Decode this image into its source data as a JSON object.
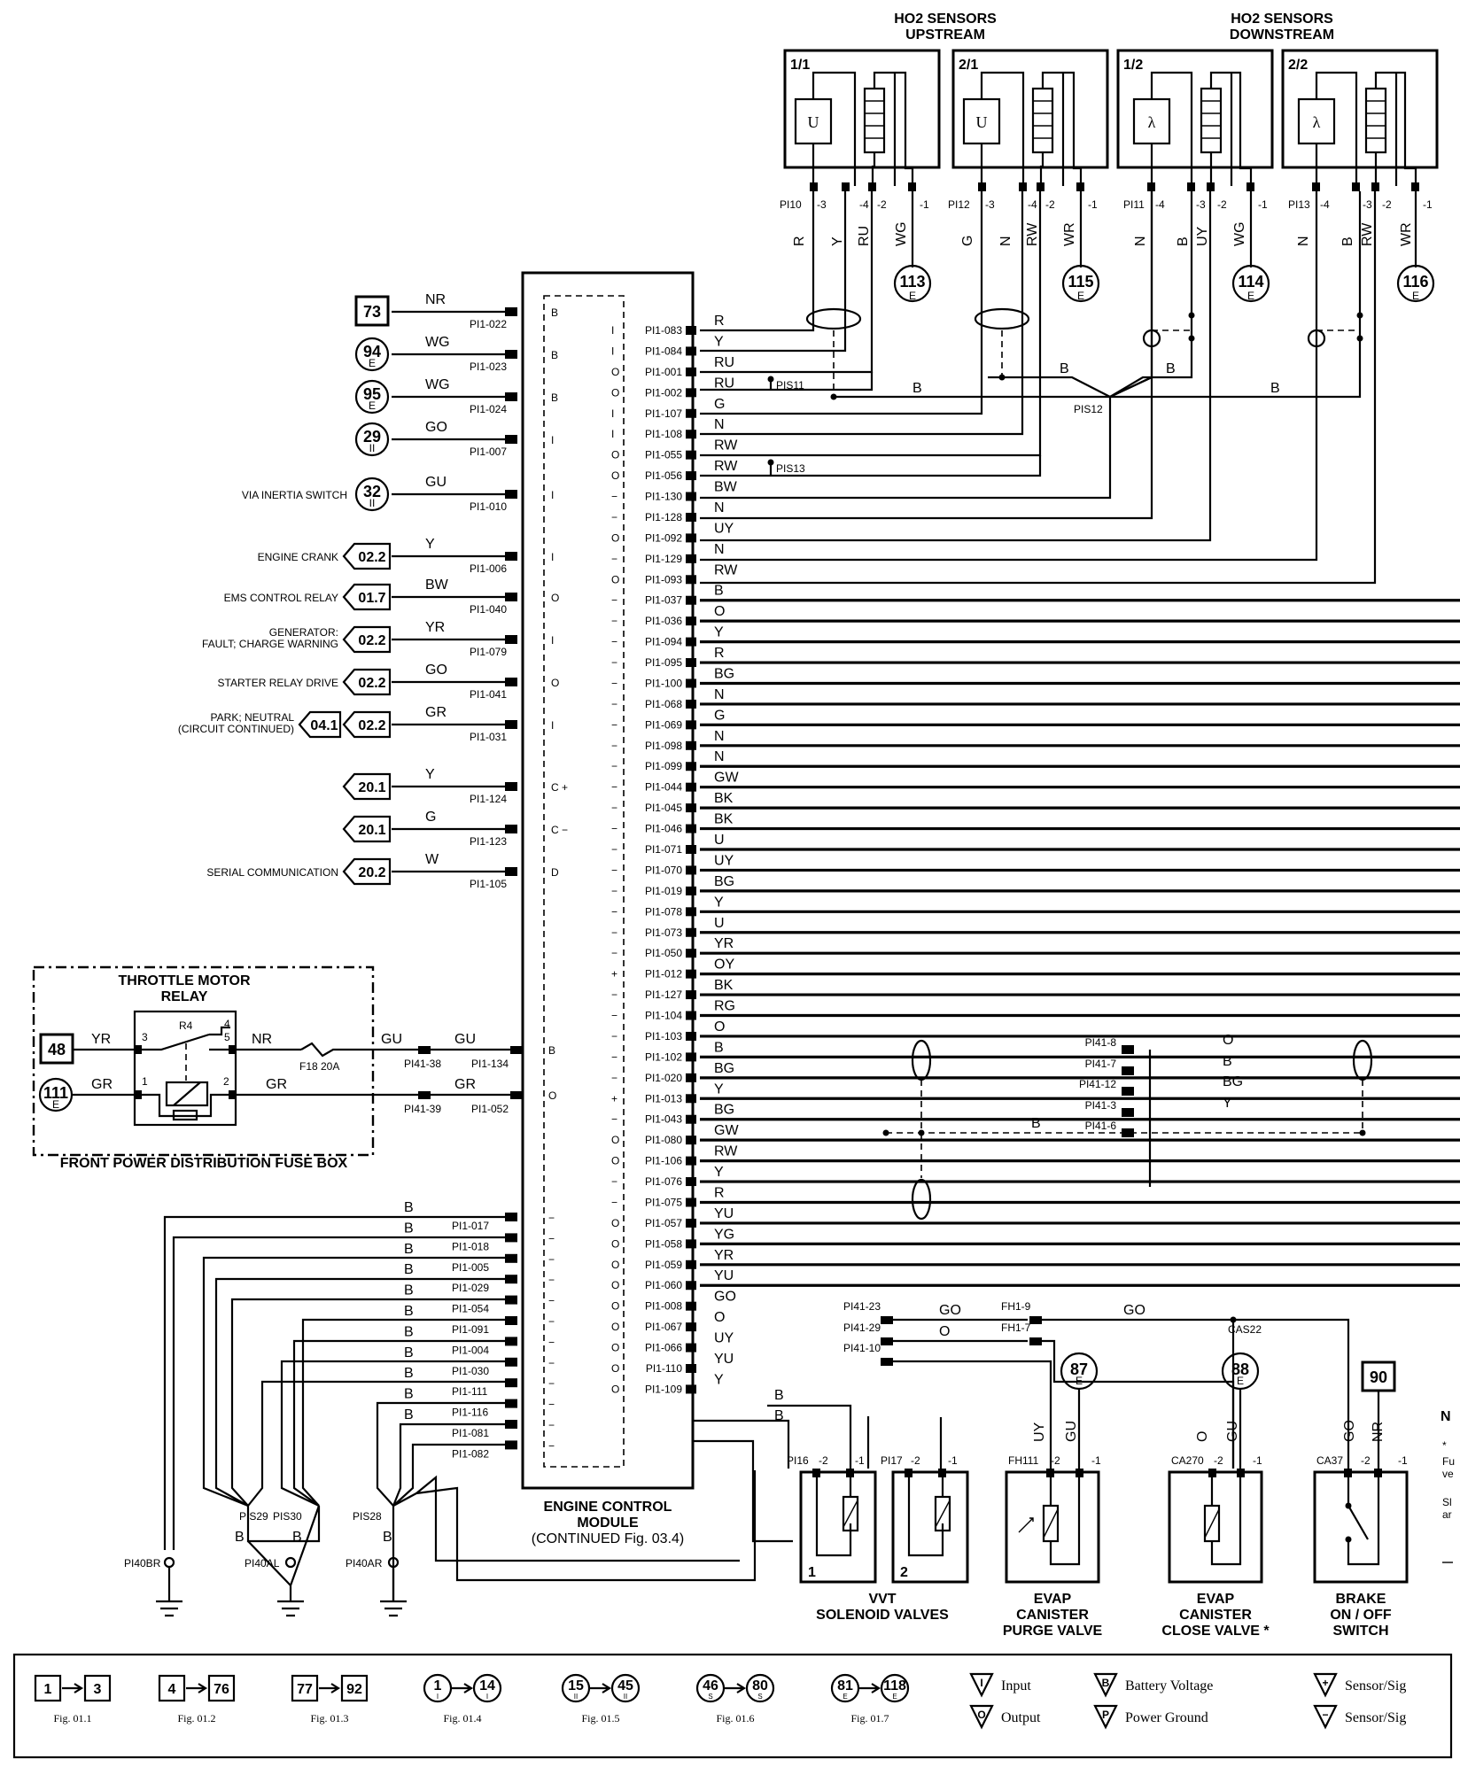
{
  "sensor_groups": [
    {
      "title": "HO2 SENSORS",
      "subtitle": "UPSTREAM"
    },
    {
      "title": "HO2 SENSORS",
      "subtitle": "DOWNSTREAM"
    }
  ],
  "sensors": [
    {
      "id": "1/1",
      "symbol": "U",
      "conn": "PI10",
      "pins": [
        "-3",
        "-4",
        "-2",
        "-1"
      ],
      "wires": [
        "R",
        "Y",
        "RU",
        "WG"
      ],
      "ref": "113",
      "ref_sub": "E"
    },
    {
      "id": "2/1",
      "symbol": "U",
      "conn": "PI12",
      "pins": [
        "-3",
        "-4",
        "-2",
        "-1"
      ],
      "wires": [
        "G",
        "N",
        "RW",
        "WR"
      ],
      "ref": "115",
      "ref_sub": "E"
    },
    {
      "id": "1/2",
      "symbol": "λ",
      "conn": "PI11",
      "pins": [
        "-4",
        "-3",
        "-2",
        "-1"
      ],
      "wires": [
        "N",
        "B",
        "UY",
        "WG"
      ],
      "ref": "114",
      "ref_sub": "E"
    },
    {
      "id": "2/2",
      "symbol": "λ",
      "conn": "PI13",
      "pins": [
        "-4",
        "-3",
        "-2",
        "-1"
      ],
      "wires": [
        "N",
        "B",
        "RW",
        "WR"
      ],
      "ref": "116",
      "ref_sub": "E"
    }
  ],
  "splices": {
    "pis11": "PIS11",
    "pis12": "PIS12",
    "pis13": "PIS13",
    "pis28": "PIS28",
    "pis29": "PIS29",
    "pis30": "PIS30",
    "b": "B"
  },
  "ecm": {
    "line1": "ENGINE CONTROL",
    "line2": "MODULE",
    "line3": "(CONTINUED Fig. 03.4)"
  },
  "left_inputs": [
    {
      "label": "",
      "ref": "73",
      "ref_sub": "",
      "wire": "NR",
      "pin": "PI1-022",
      "type": "B"
    },
    {
      "label": "",
      "ref": "94",
      "ref_sub": "E",
      "wire": "WG",
      "pin": "PI1-023",
      "type": "B"
    },
    {
      "label": "",
      "ref": "95",
      "ref_sub": "E",
      "wire": "WG",
      "pin": "PI1-024",
      "type": "B"
    },
    {
      "label": "",
      "ref": "29",
      "ref_sub": "II",
      "wire": "GO",
      "pin": "PI1-007",
      "type": "I"
    },
    {
      "label": "VIA INERTIA SWITCH",
      "ref": "32",
      "ref_sub": "II",
      "wire": "GU",
      "pin": "PI1-010",
      "type": "I"
    },
    {
      "label": "ENGINE CRANK",
      "ref": "02.2",
      "ref_sub": "",
      "wire": "Y",
      "pin": "PI1-006",
      "type": "I"
    },
    {
      "label": "EMS CONTROL RELAY",
      "ref": "01.7",
      "ref_sub": "",
      "wire": "BW",
      "pin": "PI1-040",
      "type": "O"
    },
    {
      "label": "GENERATOR:",
      "label2": "FAULT; CHARGE WARNING",
      "ref": "02.2",
      "ref_sub": "",
      "wire": "YR",
      "pin": "PI1-079",
      "type": "I"
    },
    {
      "label": "STARTER RELAY DRIVE",
      "ref": "02.2",
      "ref_sub": "",
      "wire": "GO",
      "pin": "PI1-041",
      "type": "O"
    },
    {
      "label": "PARK; NEUTRAL",
      "label2": "(CIRCUIT CONTINUED)",
      "ref": "02.2",
      "ref2": "04.1",
      "ref_sub": "",
      "wire": "GR",
      "pin": "PI1-031",
      "type": "I"
    },
    {
      "label": "",
      "ref": "20.1",
      "ref_sub": "",
      "wire": "Y",
      "pin": "PI1-124",
      "type": "C +"
    },
    {
      "label": "",
      "ref": "20.1",
      "ref_sub": "",
      "wire": "G",
      "pin": "PI1-123",
      "type": "C −"
    },
    {
      "label": "SERIAL COMMUNICATION",
      "ref": "20.2",
      "ref_sub": "",
      "wire": "W",
      "pin": "PI1-105",
      "type": "D"
    }
  ],
  "right_pins": [
    {
      "pin": "PI1-083",
      "wire": "R",
      "t": "I"
    },
    {
      "pin": "PI1-084",
      "wire": "Y",
      "t": "I"
    },
    {
      "pin": "PI1-001",
      "wire": "RU",
      "t": "O"
    },
    {
      "pin": "PI1-002",
      "wire": "RU",
      "t": "O"
    },
    {
      "pin": "PI1-107",
      "wire": "G",
      "t": "I"
    },
    {
      "pin": "PI1-108",
      "wire": "N",
      "t": "I"
    },
    {
      "pin": "PI1-055",
      "wire": "RW",
      "t": "O"
    },
    {
      "pin": "PI1-056",
      "wire": "RW",
      "t": "O"
    },
    {
      "pin": "PI1-130",
      "wire": "BW",
      "t": "−"
    },
    {
      "pin": "PI1-128",
      "wire": "N",
      "t": "−"
    },
    {
      "pin": "PI1-092",
      "wire": "UY",
      "t": "O"
    },
    {
      "pin": "PI1-129",
      "wire": "N",
      "t": "−"
    },
    {
      "pin": "PI1-093",
      "wire": "RW",
      "t": "O"
    },
    {
      "pin": "PI1-037",
      "wire": "B",
      "t": "−"
    },
    {
      "pin": "PI1-036",
      "wire": "O",
      "t": "−"
    },
    {
      "pin": "PI1-094",
      "wire": "Y",
      "t": "−"
    },
    {
      "pin": "PI1-095",
      "wire": "R",
      "t": "−"
    },
    {
      "pin": "PI1-100",
      "wire": "BG",
      "t": "−"
    },
    {
      "pin": "PI1-068",
      "wire": "N",
      "t": "−"
    },
    {
      "pin": "PI1-069",
      "wire": "G",
      "t": "−"
    },
    {
      "pin": "PI1-098",
      "wire": "N",
      "t": "−"
    },
    {
      "pin": "PI1-099",
      "wire": "N",
      "t": "−"
    },
    {
      "pin": "PI1-044",
      "wire": "GW",
      "t": "−"
    },
    {
      "pin": "PI1-045",
      "wire": "BK",
      "t": "−"
    },
    {
      "pin": "PI1-046",
      "wire": "BK",
      "t": "−"
    },
    {
      "pin": "PI1-071",
      "wire": "U",
      "t": "−"
    },
    {
      "pin": "PI1-070",
      "wire": "UY",
      "t": "−"
    },
    {
      "pin": "PI1-019",
      "wire": "BG",
      "t": "−"
    },
    {
      "pin": "PI1-078",
      "wire": "Y",
      "t": "−"
    },
    {
      "pin": "PI1-073",
      "wire": "U",
      "t": "−"
    },
    {
      "pin": "PI1-050",
      "wire": "YR",
      "t": "−"
    },
    {
      "pin": "PI1-012",
      "wire": "OY",
      "t": "+"
    },
    {
      "pin": "PI1-127",
      "wire": "BK",
      "t": "−"
    },
    {
      "pin": "PI1-104",
      "wire": "RG",
      "t": "−"
    },
    {
      "pin": "PI1-103",
      "wire": "O",
      "t": "−"
    },
    {
      "pin": "PI1-102",
      "wire": "B",
      "t": "−"
    },
    {
      "pin": "PI1-020",
      "wire": "BG",
      "t": "−"
    },
    {
      "pin": "PI1-013",
      "wire": "Y",
      "t": "+"
    },
    {
      "pin": "PI1-043",
      "wire": "BG",
      "t": "−"
    },
    {
      "pin": "PI1-080",
      "wire": "GW",
      "t": "O"
    },
    {
      "pin": "PI1-106",
      "wire": "RW",
      "t": "O"
    },
    {
      "pin": "PI1-076",
      "wire": "Y",
      "t": "−"
    },
    {
      "pin": "PI1-075",
      "wire": "R",
      "t": "−"
    },
    {
      "pin": "PI1-057",
      "wire": "YU",
      "t": "O"
    },
    {
      "pin": "PI1-058",
      "wire": "YG",
      "t": "O"
    },
    {
      "pin": "PI1-059",
      "wire": "YR",
      "t": "O"
    },
    {
      "pin": "PI1-060",
      "wire": "YU",
      "t": "O"
    },
    {
      "pin": "PI1-008",
      "wire": "GO",
      "t": "O"
    },
    {
      "pin": "PI1-067",
      "wire": "O",
      "t": "O"
    },
    {
      "pin": "PI1-066",
      "wire": "UY",
      "t": "O"
    },
    {
      "pin": "PI1-110",
      "wire": "YU",
      "t": "O"
    },
    {
      "pin": "PI1-109",
      "wire": "Y",
      "t": "O"
    }
  ],
  "ground_pins": [
    {
      "pin": "PI1-017",
      "wire": "B"
    },
    {
      "pin": "PI1-018",
      "wire": "B"
    },
    {
      "pin": "PI1-005",
      "wire": "B"
    },
    {
      "pin": "PI1-029",
      "wire": "B"
    },
    {
      "pin": "PI1-054",
      "wire": "B"
    },
    {
      "pin": "PI1-091",
      "wire": "B"
    },
    {
      "pin": "PI1-004",
      "wire": "B"
    },
    {
      "pin": "PI1-030",
      "wire": "B"
    },
    {
      "pin": "PI1-111",
      "wire": "B"
    },
    {
      "pin": "PI1-116",
      "wire": "B"
    },
    {
      "pin": "PI1-081",
      "wire": "B"
    },
    {
      "pin": "PI1-082",
      "wire": ""
    }
  ],
  "ground_points": [
    "PI40BR",
    "PI40AL",
    "PI40AR"
  ],
  "relay": {
    "title1": "THROTTLE MOTOR",
    "title2": "RELAY",
    "name": "R4",
    "fuse": "F18 20A",
    "box_label": "FRONT POWER DISTRIBUTION FUSE BOX",
    "in1_ref": "48",
    "in1_wire": "YR",
    "in2_ref": "111",
    "in2_sub": "E",
    "in2_wire": "GR",
    "out_wire": "NR",
    "p1": "1",
    "p2": "2",
    "p3": "3",
    "p4": "4",
    "p5": "5",
    "gu": "GU",
    "gr": "GR",
    "c1": "PI41-38",
    "c2": "PI41-39",
    "e1": "PI1-134",
    "e2": "PI1-052",
    "e1t": "B",
    "e2t": "O"
  },
  "pi41": [
    {
      "pin": "PI41-8",
      "wire": "O"
    },
    {
      "pin": "PI41-7",
      "wire": "B"
    },
    {
      "pin": "PI41-12",
      "wire": "BG"
    },
    {
      "pin": "PI41-3",
      "wire": "Y"
    },
    {
      "pin": "PI41-6",
      "wire": "B"
    }
  ],
  "bottom_conns": {
    "pi41_23": "PI41-23",
    "pi41_29": "PI41-29",
    "pi41_10": "PI41-10",
    "fh1_9": "FH1-9",
    "fh1_7": "FH1-7",
    "cas22": "CAS22",
    "go": "GO",
    "o": "O",
    "b": "B"
  },
  "components": [
    {
      "name1": "VVT",
      "name2": "SOLENOID VALVES",
      "name3": ""
    },
    {
      "name1": "EVAP",
      "name2": "CANISTER",
      "name3": "PURGE VALVE"
    },
    {
      "name1": "EVAP",
      "name2": "CANISTER",
      "name3": "CLOSE VALVE *"
    },
    {
      "name1": "BRAKE",
      "name2": "ON / OFF",
      "name3": "SWITCH"
    }
  ],
  "comp_pins": {
    "pi16": "PI16",
    "pi17": "PI17",
    "fh111": "FH111",
    "ca270": "CA270",
    "ca37": "CA37",
    "m2": "-2",
    "m1": "-1",
    "v1": "1",
    "v2": "2",
    "uy": "UY",
    "gu": "GU",
    "o": "O",
    "go": "GO",
    "nr": "NR",
    "r87": "87",
    "r88": "88",
    "r90": "90",
    "e": "E"
  },
  "notes_fragment": {
    "n": "N",
    "star": "*",
    "f": "Fu",
    "v": "ve",
    "s": "Sl",
    "a": "ar"
  },
  "legend": {
    "figs": [
      {
        "a": "1",
        "b": "3",
        "fig": "Fig. 01.1",
        "shape": "box",
        "sub": ""
      },
      {
        "a": "4",
        "b": "76",
        "fig": "Fig. 01.2",
        "shape": "box",
        "sub": ""
      },
      {
        "a": "77",
        "b": "92",
        "fig": "Fig. 01.3",
        "shape": "box",
        "sub": ""
      },
      {
        "a": "1",
        "b": "14",
        "fig": "Fig. 01.4",
        "shape": "circle",
        "sub": "I"
      },
      {
        "a": "15",
        "b": "45",
        "fig": "Fig. 01.5",
        "shape": "circle",
        "sub": "II"
      },
      {
        "a": "46",
        "b": "80",
        "fig": "Fig. 01.6",
        "shape": "circle",
        "sub": "S"
      },
      {
        "a": "81",
        "b": "118",
        "fig": "Fig. 01.7",
        "shape": "circle",
        "sub": "E"
      }
    ],
    "input": "Input",
    "output": "Output",
    "battery": "Battery Voltage",
    "power_ground": "Power Ground",
    "sensor1": "Sensor/Sig",
    "sensor2": "Sensor/Sig"
  }
}
